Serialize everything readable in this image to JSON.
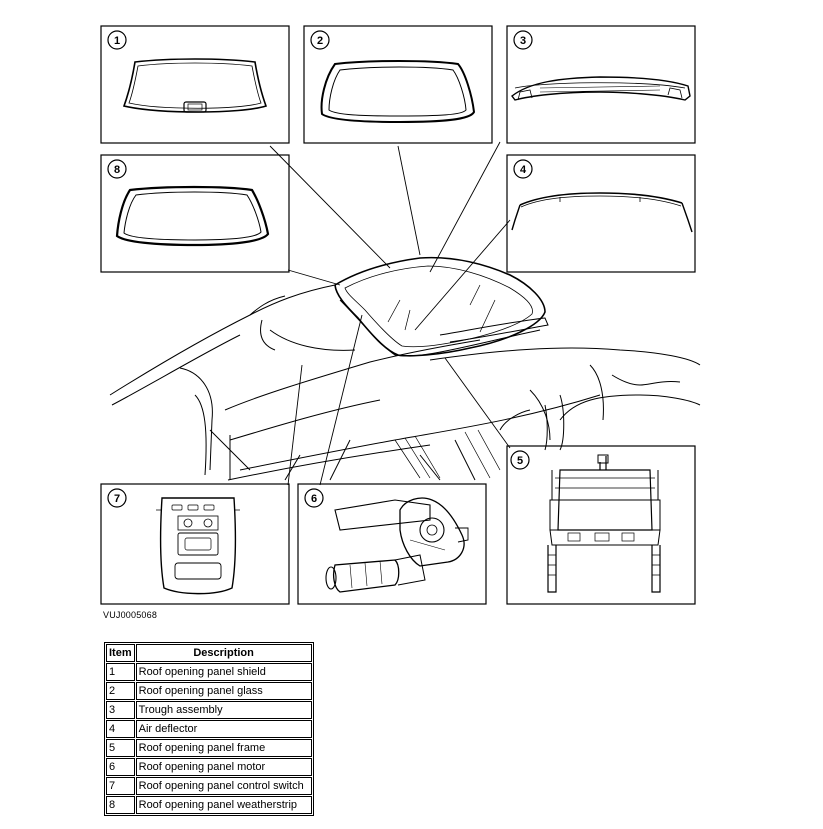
{
  "callouts": [
    "1",
    "2",
    "3",
    "4",
    "5",
    "6",
    "7",
    "8"
  ],
  "figure_ref": "VUJ0005068",
  "table": {
    "headers": [
      "Item",
      "Description"
    ],
    "rows": [
      {
        "item": "1",
        "description": "Roof opening panel shield"
      },
      {
        "item": "2",
        "description": "Roof opening panel glass"
      },
      {
        "item": "3",
        "description": "Trough assembly"
      },
      {
        "item": "4",
        "description": "Air deflector"
      },
      {
        "item": "5",
        "description": "Roof opening panel frame"
      },
      {
        "item": "6",
        "description": "Roof opening panel motor"
      },
      {
        "item": "7",
        "description": "Roof opening panel control switch"
      },
      {
        "item": "8",
        "description": "Roof opening panel weatherstrip"
      }
    ]
  }
}
